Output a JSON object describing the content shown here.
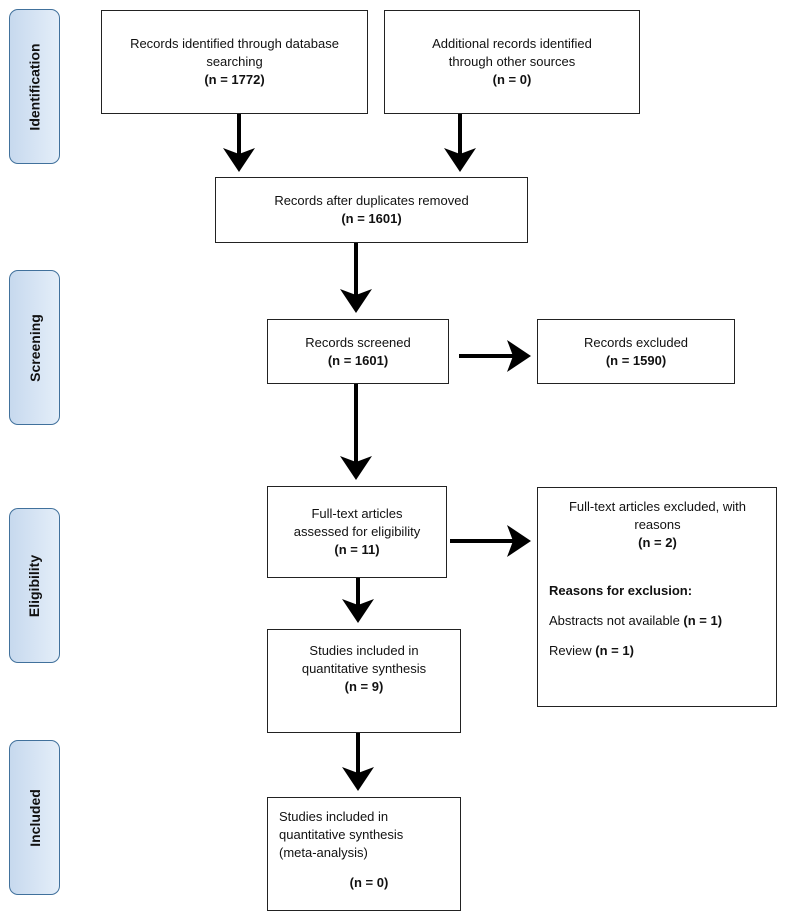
{
  "phases": {
    "identification": "Identification",
    "screening": "Screening",
    "eligibility": "Eligibility",
    "included": "Included"
  },
  "boxes": {
    "db_records": {
      "line1": "Records identified through database",
      "line2": "searching",
      "n": "(n = 1772)"
    },
    "other_records": {
      "line1": "Additional records identified",
      "line2": "through other sources",
      "n": "(n = 0)"
    },
    "after_duplicates": {
      "line1": "Records after duplicates removed",
      "n": "(n = 1601)"
    },
    "screened": {
      "line1": "Records screened",
      "n": "(n = 1601)"
    },
    "excluded": {
      "line1": "Records excluded",
      "n": "(n = 1590)"
    },
    "full_text": {
      "line1": "Full-text articles",
      "line2": "assessed for eligibility",
      "n": "(n = 11)"
    },
    "full_text_excluded": {
      "line1": "Full-text articles excluded, with",
      "line2": "reasons",
      "n": "(n = 2)",
      "reasons_heading": "Reasons for exclusion:",
      "reason1_text": "Abstracts not available",
      "reason1_n": "(n = 1)",
      "reason2_text": "Review",
      "reason2_n": "(n = 1)"
    },
    "qualitative": {
      "line1": "Studies included in",
      "line2": "quantitative synthesis",
      "n": "(n = 9)"
    },
    "quantitative": {
      "line1": "Studies included in",
      "line2": "quantitative synthesis",
      "line3": "(meta-analysis)",
      "n": "(n = 0)"
    }
  }
}
